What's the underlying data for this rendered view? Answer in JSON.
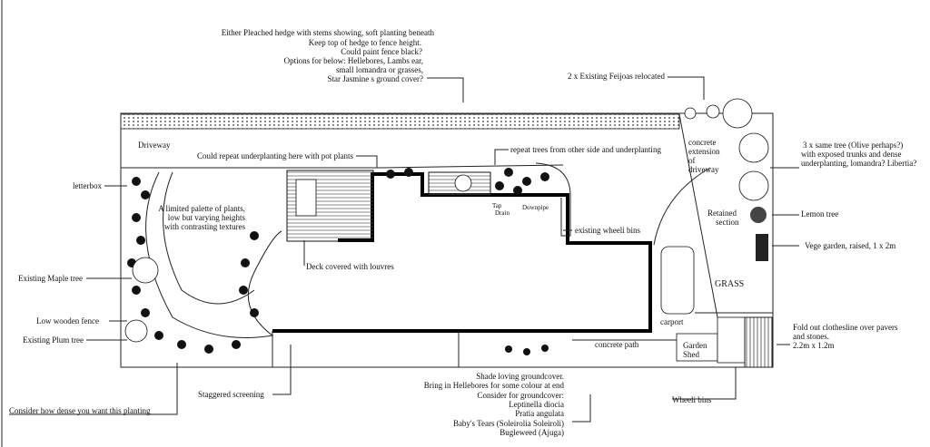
{
  "notes": {
    "hedge": [
      "Either Pleached hedge with stems showing, soft planting beneath",
      "Keep top of hedge to fence height.",
      "Could paint fence black?",
      "Options for below: Hellebores, Lambs ear,",
      "small lomandra or grasses,",
      "Star Jasmine s ground cover?"
    ],
    "feijoas": "2 x Existing Feijoas relocated",
    "olive": [
      "3 x same tree (Olive perhaps?)",
      "with exposed trunks and dense",
      "underplanting, lomandra? Libertia?"
    ],
    "lemon": "Lemon tree",
    "vege": "Vege garden, raised, 1 x 2m",
    "clothesline": [
      "Fold out clothesline over pavers",
      "and stones.",
      "2.2m x 1.2m"
    ],
    "wheeli_bins": "Wheeli bins",
    "shade": [
      "Shade loving groundcover.",
      "Bring in Hellebores for some colour at end",
      "Consider for groundcover:",
      "Leptinella diocia",
      "Pratia angulata",
      "Baby's Tears (Soleirolia Soleiroli)",
      "Bugleweed (Ajuga)"
    ],
    "staggered": "Staggered screening",
    "dense": "Consider how dense you want this planting",
    "plum": "Existing Plum tree",
    "fence": "Low wooden fence",
    "maple": "Existing Maple tree",
    "letterbox": "letterbox",
    "palette": [
      "A limited palette of plants,",
      "low but varying heights",
      "with contrasting textures"
    ],
    "pot_plants": "Could repeat underplanting here with pot plants",
    "repeat_trees": "repeat trees from other side and underplanting",
    "deck": "Deck covered with louvres",
    "existing_bins": "existing wheeli bins",
    "tap": "Tap",
    "drain": "Drain",
    "downpipe": "Downpipe",
    "driveway": "Driveway",
    "concrete_ext": [
      "concrete",
      "extension",
      "of",
      "driveway"
    ],
    "retained": [
      "Retained",
      "section"
    ],
    "grass": "GRASS",
    "carport": "carport",
    "concrete_path": "concrete path",
    "shed": [
      "Garden",
      "Shed"
    ]
  }
}
